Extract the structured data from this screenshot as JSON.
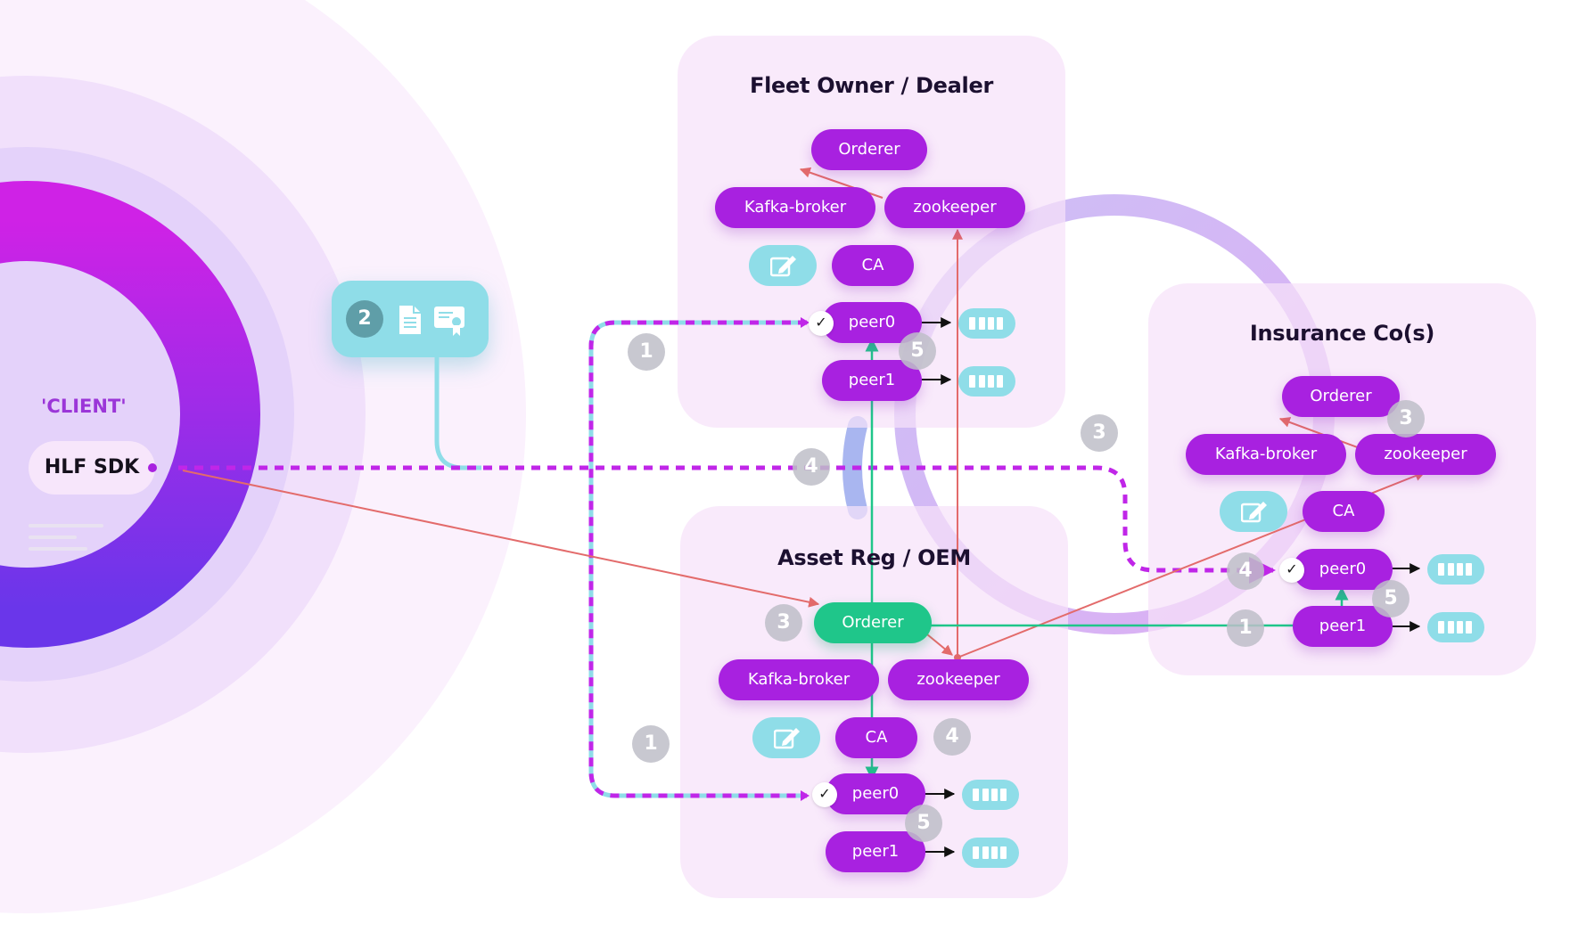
{
  "colors": {
    "peer_pill": "#a821e0",
    "orderer_primary": "#1fc68a",
    "ledger": "#8fdde8",
    "request_flow": "#c026e8",
    "signed_flow": "#8fdde8",
    "broadcast_flow": "#e36b6b",
    "commit_flow": "#1fc68a"
  },
  "client": {
    "label": "'CLIENT'",
    "sdk": "HLF SDK"
  },
  "transaction": {
    "step": "2",
    "icons": [
      "document-icon",
      "certificate-icon"
    ]
  },
  "orgs": {
    "fleet": {
      "title": "Fleet Owner / Dealer",
      "orderer": "Orderer",
      "kafka": "Kafka-broker",
      "zookeeper": "zookeeper",
      "ca": "CA",
      "peer0": "peer0",
      "peer1": "peer1"
    },
    "asset": {
      "title": "Asset Reg / OEM",
      "orderer": "Orderer",
      "kafka": "Kafka-broker",
      "zookeeper": "zookeeper",
      "ca": "CA",
      "peer0": "peer0",
      "peer1": "peer1"
    },
    "insurance": {
      "title": "Insurance Co(s)",
      "orderer": "Orderer",
      "kafka": "Kafka-broker",
      "zookeeper": "zookeeper",
      "ca": "CA",
      "peer0": "peer0",
      "peer1": "peer1"
    }
  },
  "steps": {
    "fleet_peer_1": "1",
    "fleet_peer_5": "5",
    "center_3": "3",
    "center_4": "4",
    "asset_orderer_3": "3",
    "asset_ca_4": "4",
    "asset_peer_1": "1",
    "asset_peer_5": "5",
    "ins_orderer_3": "3",
    "ins_peer_4": "4",
    "ins_peer_5": "5",
    "ins_peer_1": "1"
  }
}
